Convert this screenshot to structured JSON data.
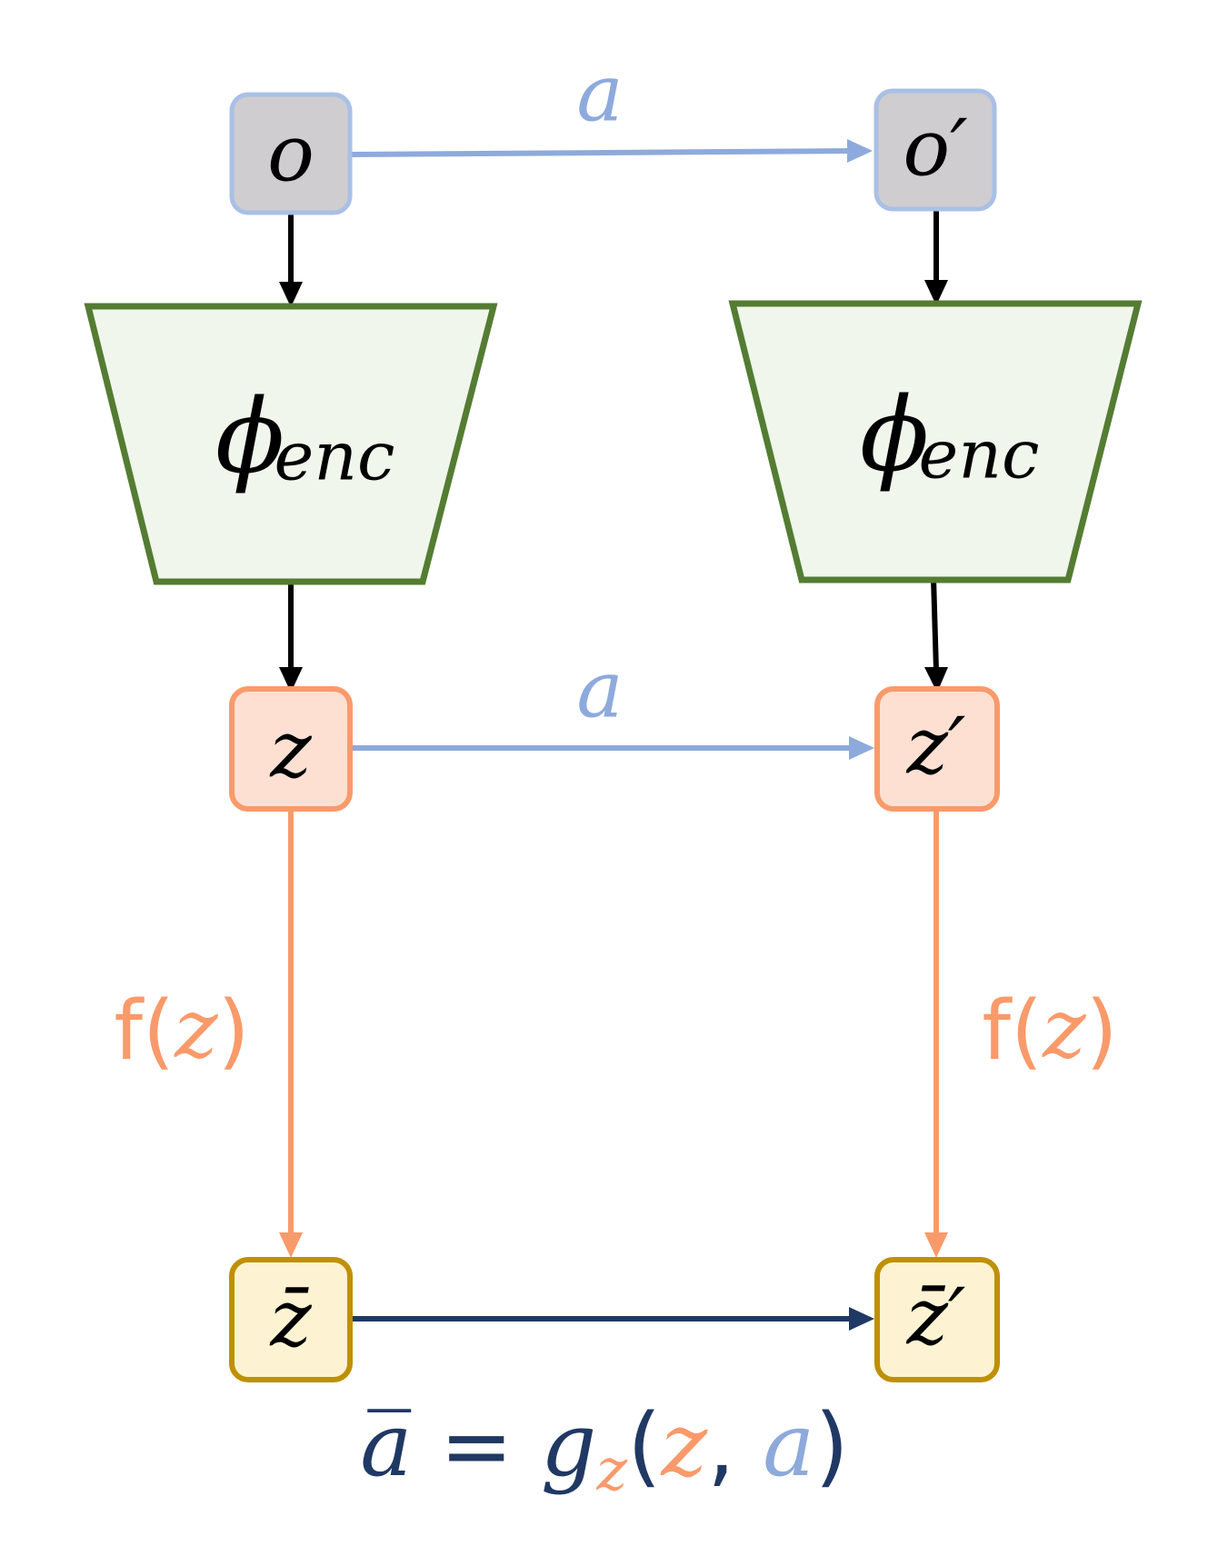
{
  "colors": {
    "obs_fill": "#cfcdcf",
    "obs_stroke": "#a9c0e6",
    "enc_fill": "#f0f6ec",
    "enc_stroke": "#547c32",
    "latent_fill": "#fde0d2",
    "latent_stroke": "#f99a6b",
    "abstract_fill": "#fdf3d3",
    "abstract_stroke": "#bf9000",
    "action_color": "#8eaadc",
    "map_color": "#f99a6b",
    "abstract_action_color": "#203864",
    "black": "#000000"
  },
  "nodes": {
    "o": "o",
    "o_prime": "o′",
    "z": "z",
    "z_prime": "z′",
    "z_bar": "z̄",
    "z_bar_prime": "z̄′"
  },
  "encoders": {
    "left": {
      "base": "ϕ",
      "subscript": "enc"
    },
    "right": {
      "base": "ϕ",
      "subscript": "enc"
    }
  },
  "edge_labels": {
    "top_action": "a",
    "mid_action": "a",
    "left_map": {
      "prefix": "f(",
      "var": "z",
      "suffix": ")"
    },
    "right_map": {
      "prefix": "f(",
      "var": "z",
      "suffix": ")"
    }
  },
  "equation": {
    "lhs": "a̅",
    "eq": " = ",
    "func": "g",
    "func_sub": "z",
    "open": "(",
    "arg1": "z",
    "comma": ", ",
    "arg2": "a",
    "close": ")"
  }
}
